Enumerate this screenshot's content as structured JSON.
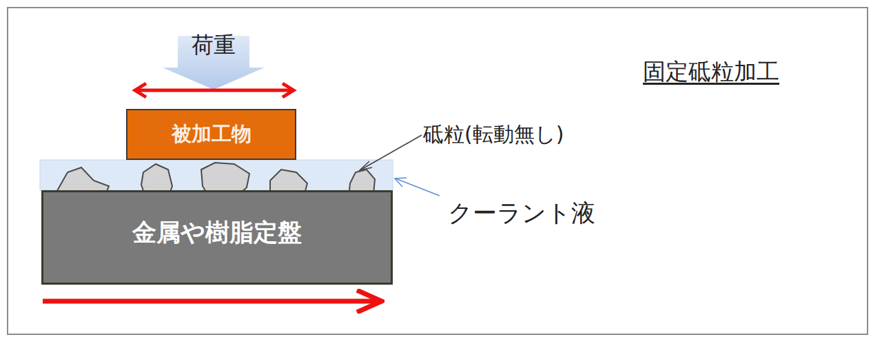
{
  "diagram": {
    "title": "固定砥粒加工",
    "nodes": [
      {
        "text": [
          "被加工物"
        ]
      },
      {
        "text": [
          "金属や樹脂定盤"
        ]
      }
    ],
    "labels": [
      "荷重",
      "砥粒(転動無し)",
      "クーラント液"
    ]
  }
}
